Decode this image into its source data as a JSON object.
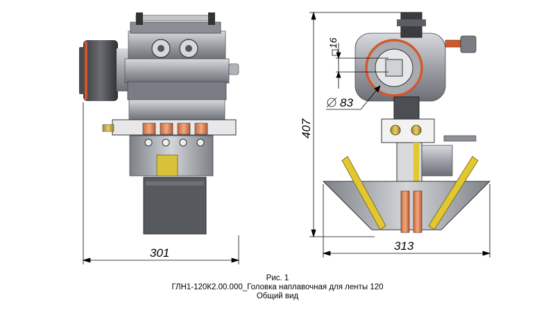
{
  "dimensions": {
    "front_width": "301",
    "side_width": "313",
    "height": "407",
    "diameter": "83",
    "square": "16"
  },
  "caption": {
    "fig_label": "Рис. 1",
    "title": "ГЛН1-120К2.00.000_Головка наплавочная для ленты 120",
    "view": "Общий вид"
  }
}
